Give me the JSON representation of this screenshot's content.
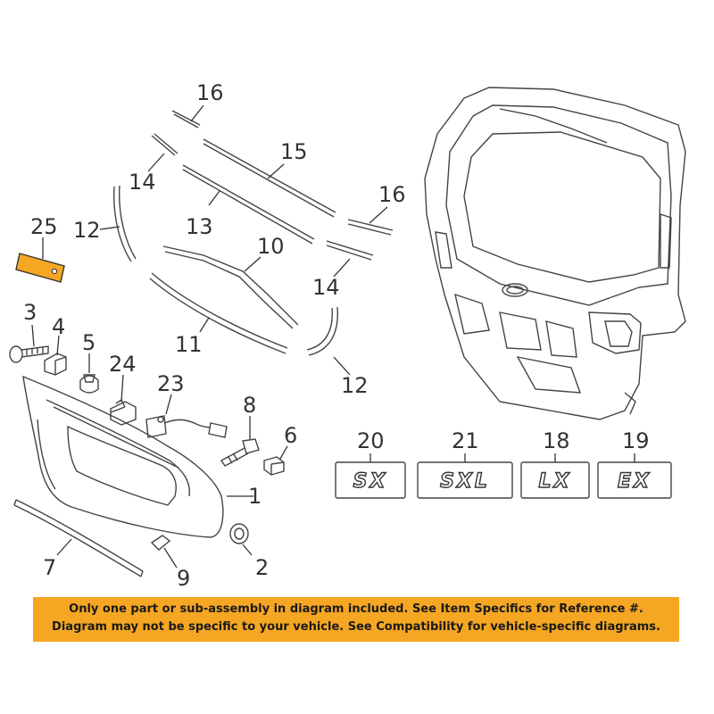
{
  "callouts": {
    "c1": "1",
    "c2": "2",
    "c3": "3",
    "c4": "4",
    "c5": "5",
    "c6": "6",
    "c7": "7",
    "c8": "8",
    "c9": "9",
    "c10": "10",
    "c11": "11",
    "c12a": "12",
    "c12b": "12",
    "c13": "13",
    "c14a": "14",
    "c14b": "14",
    "c15": "15",
    "c16a": "16",
    "c16b": "16",
    "c18": "18",
    "c19": "19",
    "c20": "20",
    "c21": "21",
    "c23": "23",
    "c24": "24",
    "c25": "25"
  },
  "badges": {
    "b20": "SX",
    "b21": "SXL",
    "b18": "LX",
    "b19": "EX"
  },
  "disclaimer": {
    "line1": "Only one part or sub-assembly in diagram included. See Item Specifics for Reference #.",
    "line2": "Diagram may not be specific to your vehicle. See Compatibility for vehicle-specific diagrams."
  },
  "colors": {
    "highlight": "#f5a623",
    "banner": "#f5a623"
  }
}
